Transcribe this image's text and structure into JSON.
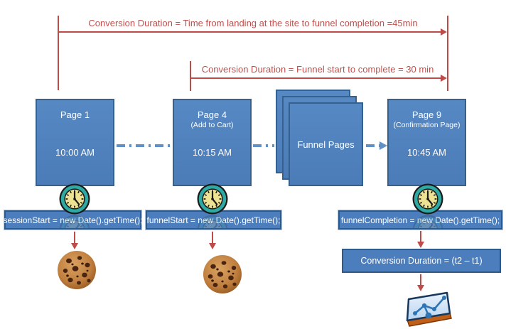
{
  "annotations": {
    "total_duration": "Conversion Duration = Time from landing at the site to funnel completion =45min",
    "funnel_duration": "Conversion Duration = Funnel start to complete = 30 min"
  },
  "pages": [
    {
      "title": "Page 1",
      "subtitle": "",
      "time": "10:00 AM"
    },
    {
      "title": "Page 4",
      "subtitle": "(Add to Cart)",
      "time": "10:15 AM"
    },
    {
      "title": "Page 9",
      "subtitle": "(Confirmation Page)",
      "time": "10:45 AM"
    }
  ],
  "funnel_stack": {
    "label": "Funnel Pages"
  },
  "code": {
    "session_start": "sessionStart = new Date().getTime();",
    "funnel_start": "funnelStart = new Date().getTime();",
    "funnel_completion": "funnelCompletion = new Date().getTime();"
  },
  "result": {
    "label": "Conversion Duration = (t2 – t1)"
  },
  "icons": {
    "clock": "clock-icon",
    "cookie": "cookie-icon",
    "report": "analytics-report-icon"
  },
  "colors": {
    "page_blue": "#4F81BD",
    "page_border": "#36618E",
    "arrow_red": "#BE4B48",
    "text_red": "#C0504D",
    "dash_blue": "#6090C6",
    "clock_teal": "#2FA9A4",
    "clock_face": "#EDE293",
    "cookie_brown": "#C07F3F",
    "report_rim_orange": "#C05F17"
  }
}
